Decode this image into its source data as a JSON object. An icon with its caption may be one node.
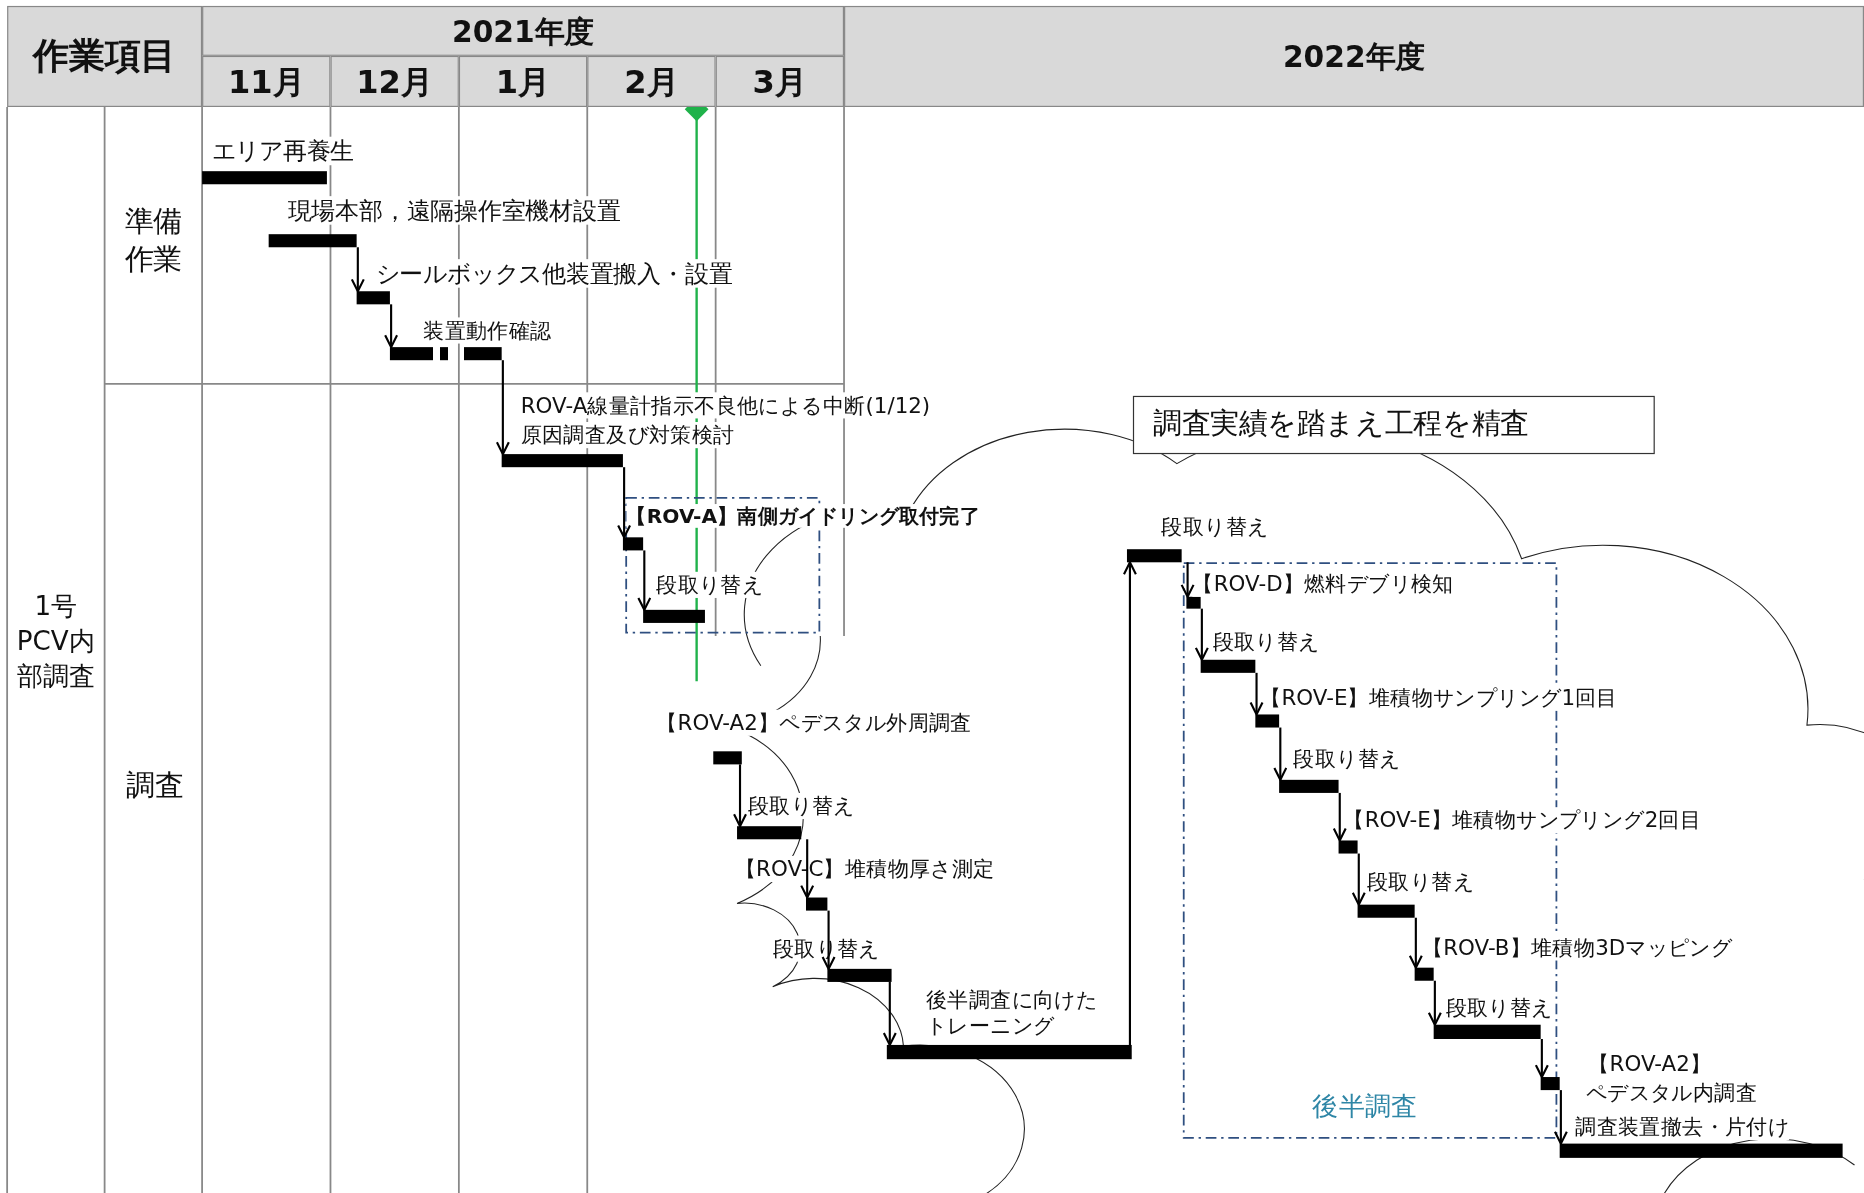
{
  "diagram": {
    "nodes": [
      {
        "text": [
          "エリア再養生"
        ]
      },
      {
        "text": [
          "現場本部，遠隔操作室機材設置"
        ]
      },
      {
        "text": [
          "シールボックス他装置搬入・設置"
        ]
      },
      {
        "text": [
          "装置動作確認"
        ]
      },
      {
        "text": [
          "ROV-A線量計指示不良他による中断(1/12)",
          "原因調査及び対策検討"
        ]
      },
      {
        "text": [
          "調査実績を踏まえ工程を精査"
        ]
      },
      {
        "text": [],
        "shape": "box"
      },
      {
        "text": [
          "【ROV-A】南側ガイドリング取付完了"
        ]
      },
      {
        "text": [
          "段取り替え"
        ],
        "in": 6
      },
      {
        "text": [
          "【ROV-A2】ペデスタル外周調査"
        ]
      },
      {
        "text": [
          "段取り替え"
        ]
      },
      {
        "text": [
          "【ROV-C】堆積物厚さ測定"
        ]
      },
      {
        "text": [
          "段取り替え"
        ]
      },
      {
        "text": [
          "後半調査に向けたトレーニング"
        ]
      },
      {
        "text": [
          "段取り替え"
        ]
      },
      {
        "text": [
          "後半調査"
        ]
      },
      {
        "text": [
          "【ROV-D】燃料デブリ検知"
        ],
        "in": 15
      },
      {
        "text": [
          "段取り替え"
        ],
        "in": 15
      },
      {
        "text": [
          "【ROV-E】堆積物サンプリング1回目"
        ]
      },
      {
        "text": [
          "段取り替え"
        ],
        "in": 15
      },
      {
        "text": [
          "【ROV-E】堆積物サンプリング2回目"
        ]
      },
      {
        "text": [
          "段取り替え"
        ],
        "in": 15
      },
      {
        "text": [
          "【ROV-B】堆積物3Dマッピング"
        ]
      },
      {
        "text": [
          "段取り替え"
        ],
        "in": 15
      },
      {
        "text": [
          "【ROV-A2】",
          "ペデスタル内調査"
        ]
      },
      {
        "text": [
          "調査装置撤去・片付け"
        ]
      }
    ],
    "edges": [
      {
        "from": 1,
        "to": 2,
        "arrow": "to"
      },
      {
        "from": 2,
        "to": 3,
        "arrow": "to"
      },
      {
        "from": 3,
        "to": 4,
        "arrow": "to"
      },
      {
        "from": 4,
        "to": 7,
        "arrow": "to"
      },
      {
        "from": 7,
        "to": 8,
        "arrow": "to"
      },
      {
        "from": 9,
        "to": 10,
        "arrow": "to"
      },
      {
        "from": 10,
        "to": 11,
        "arrow": "to"
      },
      {
        "from": 11,
        "to": 12,
        "arrow": "to"
      },
      {
        "from": 12,
        "to": 13,
        "arrow": "to"
      },
      {
        "from": 13,
        "to": 14,
        "arrow": "to"
      },
      {
        "from": 14,
        "to": 16,
        "arrow": "to"
      },
      {
        "from": 16,
        "to": 17,
        "arrow": "to"
      },
      {
        "from": 17,
        "to": 18,
        "arrow": "to"
      },
      {
        "from": 18,
        "to": 19,
        "arrow": "to"
      },
      {
        "from": 19,
        "to": 20,
        "arrow": "to"
      },
      {
        "from": 20,
        "to": 21,
        "arrow": "to"
      },
      {
        "from": 21,
        "to": 22,
        "arrow": "to"
      },
      {
        "from": 22,
        "to": 23,
        "arrow": "to"
      },
      {
        "from": 23,
        "to": 24,
        "arrow": "to"
      },
      {
        "from": 24,
        "to": 25,
        "arrow": "to"
      }
    ],
    "labels": [
      "作業項目",
      "2021年度",
      "2022年度",
      "11月",
      "12月",
      "1月",
      "2月",
      "3月",
      "1号PCV内部調査",
      "準備作業",
      "調査"
    ]
  }
}
